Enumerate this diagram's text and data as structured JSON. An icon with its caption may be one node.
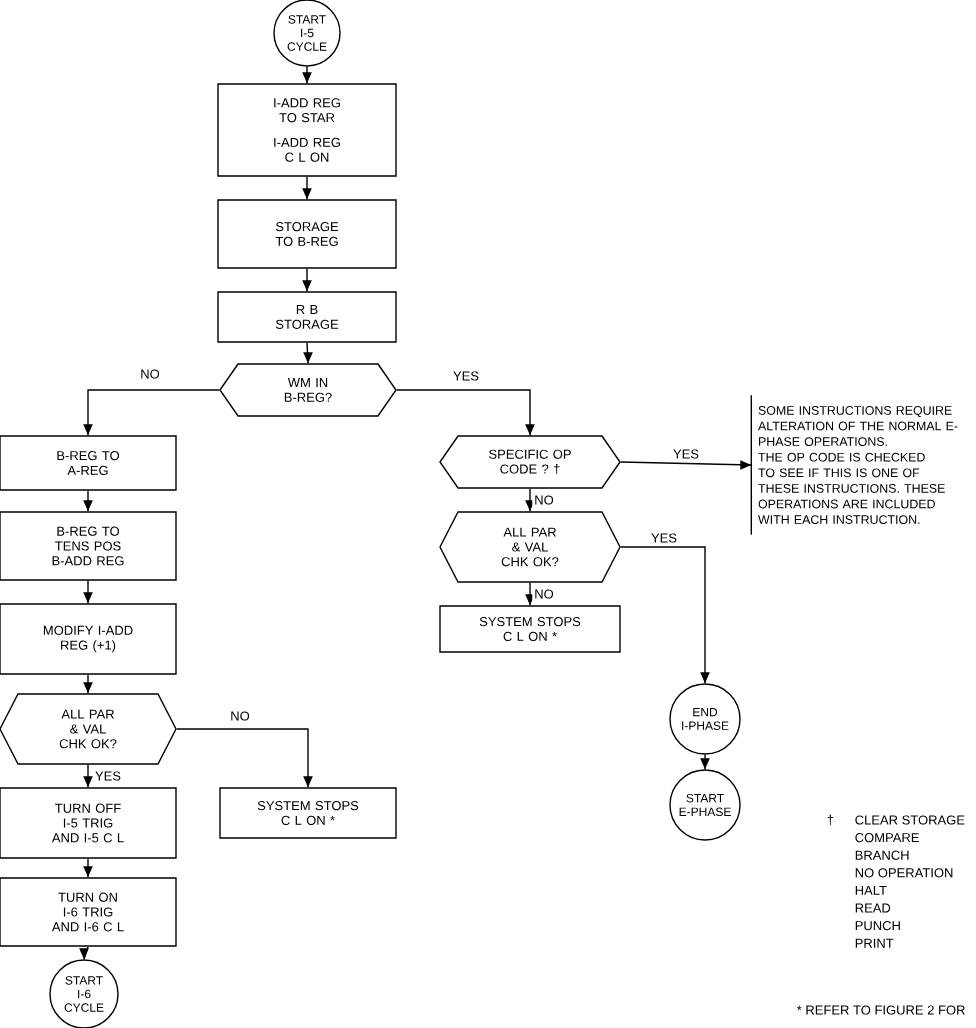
{
  "diagram": {
    "nodes": [
      {
        "text": [
          "START I-5 CYCLE"
        ]
      },
      {
        "text": [
          "I-ADD REG TO STAR",
          "I-ADD REG C L ON"
        ]
      },
      {
        "text": [
          "STORAGE TO B-REG"
        ]
      },
      {
        "text": [
          "R B STORAGE"
        ]
      },
      {
        "text": [
          "WM IN B-REG?"
        ]
      },
      {
        "text": [
          "B-REG TO A-REG"
        ]
      },
      {
        "text": [
          "B-REG TO TENS POS B-ADD REG"
        ]
      },
      {
        "text": [
          "MODIFY I-ADD REG (+1)"
        ]
      },
      {
        "text": [
          "ALL PAR & VAL CHK OK?"
        ]
      },
      {
        "text": [
          "TURN OFF I-5 TRIG AND I-5 C L"
        ]
      },
      {
        "text": [
          "TURN ON I-6 TRIG AND I-6 C L"
        ]
      },
      {
        "text": [
          "START I-6 CYCLE"
        ]
      },
      {
        "text": [
          "SYSTEM STOPS C L ON *"
        ]
      },
      {
        "text": [
          "SPECIFIC OP CODE ? †"
        ]
      },
      {
        "text": [
          "ALL PAR & VAL CHK OK?"
        ]
      },
      {
        "text": [
          "SYSTEM STOPS C L ON *"
        ]
      },
      {
        "text": [
          "SOME INSTRUCTIONS REQUIRE ALTERATION OF THE NORMAL E-PHASE OPERATIONS.",
          "THE OP CODE IS CHECKED TO SEE IF THIS IS ONE OF THESE INSTRUCTIONS. THESE OPERATIONS ARE INCLUDED WITH EACH INSTRUCTION."
        ]
      },
      {
        "text": [
          "END I-PHASE"
        ]
      },
      {
        "text": [
          "START E-PHASE"
        ]
      }
    ],
    "edges": [
      {
        "from": 0,
        "to": 1,
        "arrow": "to"
      },
      {
        "from": 1,
        "to": 2,
        "arrow": "to"
      },
      {
        "from": 2,
        "to": 3,
        "arrow": "to"
      },
      {
        "from": 3,
        "to": 4,
        "arrow": "to"
      },
      {
        "from": 4,
        "to": 5,
        "arrow": "to",
        "label": "NO"
      },
      {
        "from": 4,
        "to": 13,
        "arrow": "to",
        "label": "YES"
      },
      {
        "from": 5,
        "to": 6,
        "arrow": "to"
      },
      {
        "from": 6,
        "to": 7,
        "arrow": "to"
      },
      {
        "from": 7,
        "to": 8,
        "arrow": "to"
      },
      {
        "from": 8,
        "to": 9,
        "arrow": "to",
        "label": "YES"
      },
      {
        "from": 8,
        "to": 12,
        "arrow": "to",
        "label": "NO"
      },
      {
        "from": 9,
        "to": 10,
        "arrow": "to"
      },
      {
        "from": 10,
        "to": 11,
        "arrow": "to"
      },
      {
        "from": 13,
        "to": 16,
        "arrow": "to",
        "label": "YES"
      },
      {
        "from": 13,
        "to": 14,
        "arrow": "to",
        "label": "NO"
      },
      {
        "from": 14,
        "to": 15,
        "arrow": "to",
        "label": "NO"
      },
      {
        "from": 14,
        "to": 17,
        "arrow": "to",
        "label": "YES"
      },
      {
        "from": 17,
        "to": 18,
        "arrow": "to"
      }
    ],
    "labels": [
      "†",
      "CLEAR STORAGE",
      "COMPARE",
      "BRANCH",
      "NO OPERATION",
      "HALT",
      "READ",
      "PUNCH",
      "PRINT",
      "* REFER TO FIGURE 2 FOR"
    ]
  }
}
